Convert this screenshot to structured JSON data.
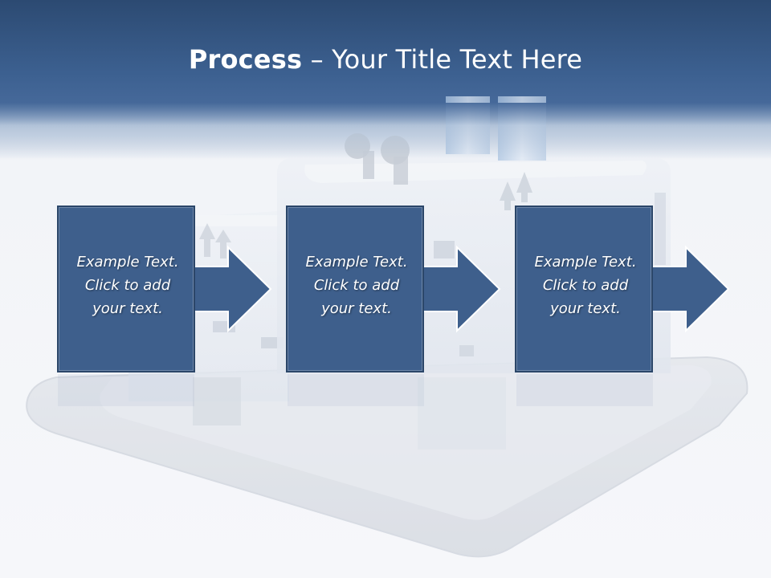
{
  "slide": {
    "title_bold": "Process",
    "title_rest": " – Your Title Text Here"
  },
  "steps": [
    {
      "line1": "Example Text.",
      "line2": "Click  to add",
      "line3": "your text."
    },
    {
      "line1": "Example Text.",
      "line2": "Click  to add",
      "line3": "your text."
    },
    {
      "line1": "Example Text.",
      "line2": "Click  to add",
      "line3": "your text."
    }
  ],
  "colors": {
    "header": "#3a5f8f",
    "box_fill": "#3e5f8c",
    "box_border": "#2b4669",
    "text": "#ffffff"
  },
  "icons": {
    "background": "factory-building-illustration",
    "connector": "arrow-right-icon"
  }
}
